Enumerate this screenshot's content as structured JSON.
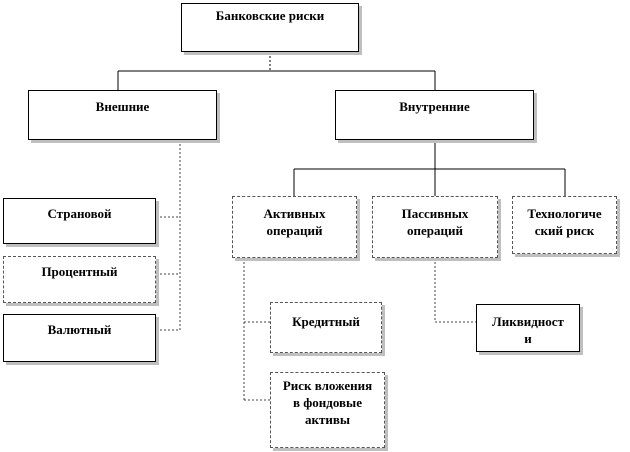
{
  "diagram": {
    "root": "Банковские  риски",
    "external": {
      "label": "Внешние",
      "children": [
        "Страновой",
        "Процентный",
        "Валютный"
      ]
    },
    "internal": {
      "label": "Внутренние",
      "children": [
        "Активных\nопераций",
        "Пассивных\nопераций",
        "Технологиче\nский риск"
      ]
    },
    "active": {
      "children": [
        "Кредитный",
        "Риск вложения\nв фондовые\nактивы"
      ]
    },
    "passive": {
      "children": [
        "Ликвидност\nи"
      ]
    }
  }
}
